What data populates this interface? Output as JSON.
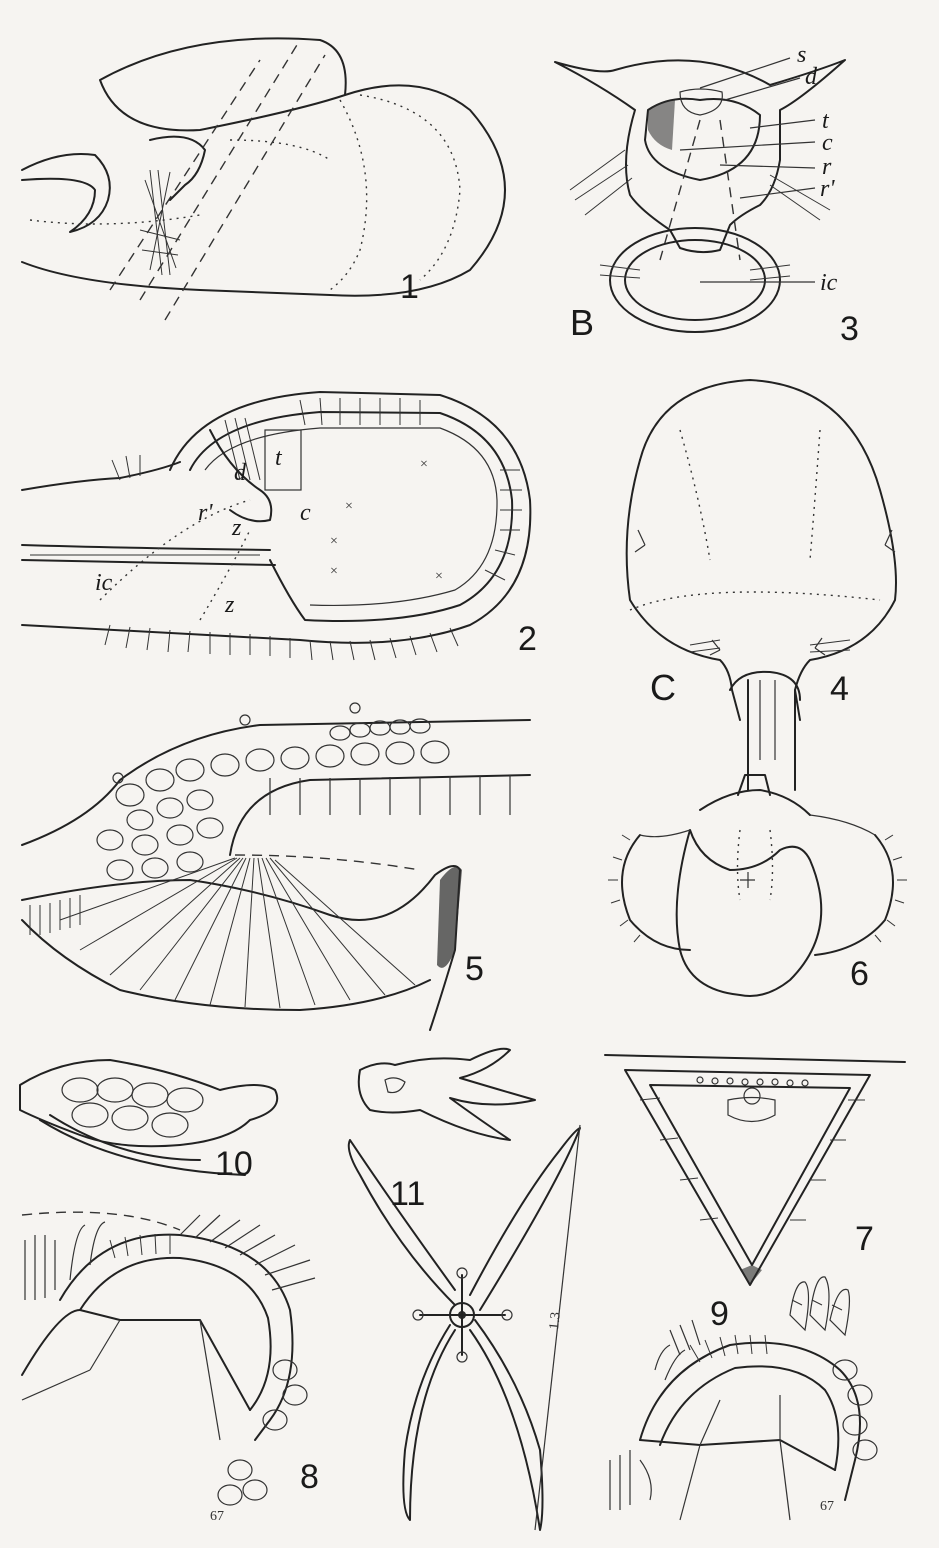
{
  "figures": [
    {
      "number": "1"
    },
    {
      "number": "2",
      "labels": [
        "d",
        "t",
        "r'",
        "c",
        "z",
        "z",
        "ic"
      ]
    },
    {
      "number": "3",
      "sublabel": "B",
      "labels": [
        "s",
        "d",
        "t",
        "c",
        "r",
        "r'",
        "ic"
      ]
    },
    {
      "number": "4",
      "sublabel": "C"
    },
    {
      "number": "5"
    },
    {
      "number": "6"
    },
    {
      "number": "7"
    },
    {
      "number": "8",
      "note": "67"
    },
    {
      "number": "9",
      "note": "67"
    },
    {
      "number": "10"
    },
    {
      "number": "11",
      "scale_label": "1.3"
    }
  ],
  "palette": {
    "paper": "#f6f4f1",
    "ink": "#222222"
  }
}
